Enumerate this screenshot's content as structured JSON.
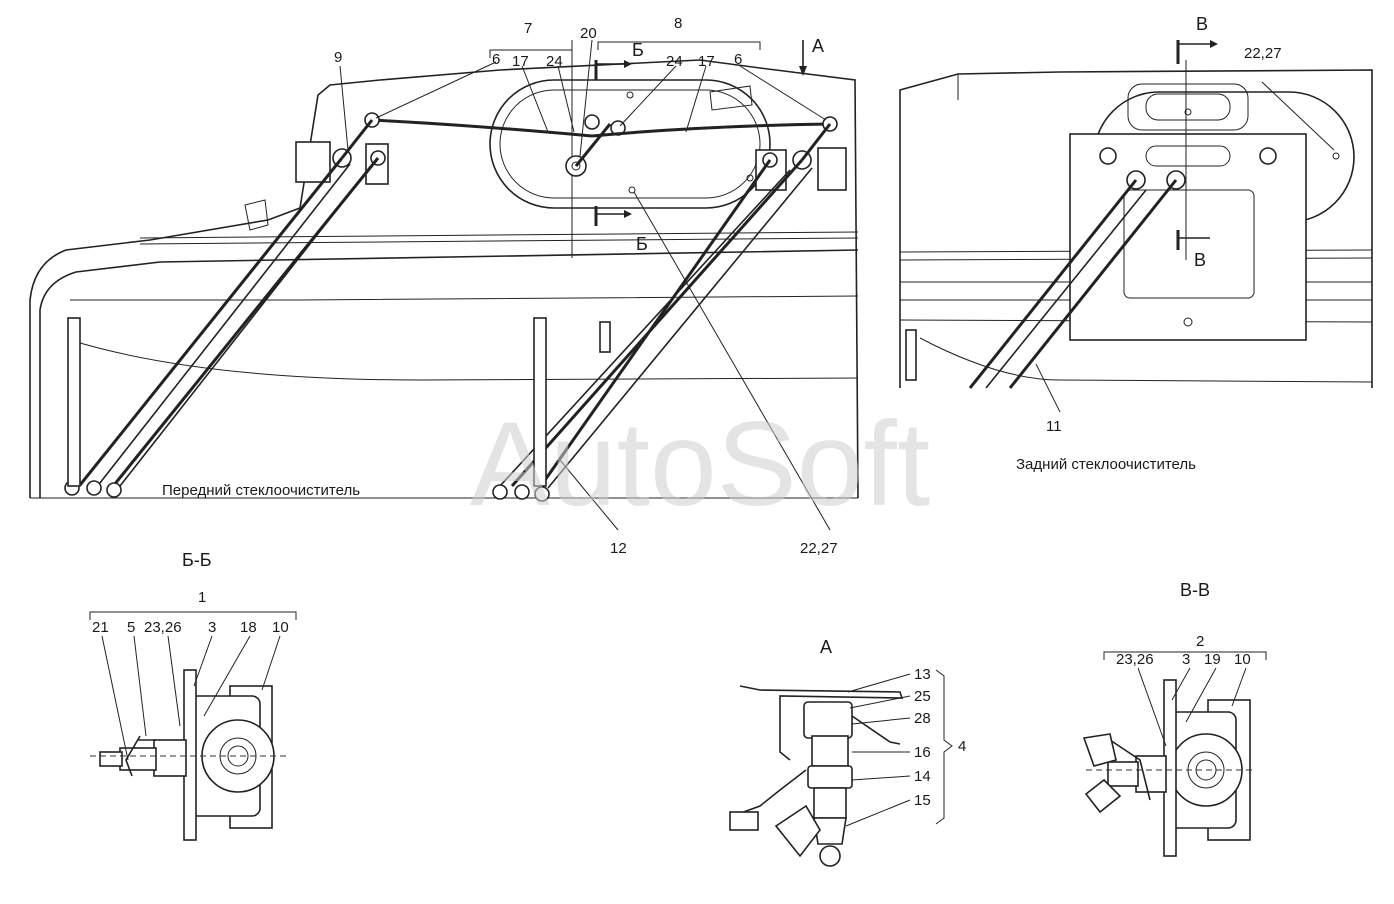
{
  "captions": {
    "front": "Передний стеклоочиститель",
    "rear": "Задний стеклоочиститель"
  },
  "sections": {
    "bb": "Б-Б",
    "vv": "В-В",
    "a": "А"
  },
  "markers": {
    "b_top": "Б",
    "b_bottom": "Б",
    "a_top": "А",
    "v_top": "В",
    "v_bottom": "В"
  },
  "labels": {
    "n9": "9",
    "n7": "7",
    "n20": "20",
    "n8": "8",
    "n6a": "6",
    "n17a": "17",
    "n24": "24",
    "n24b": "24",
    "n17b": "17",
    "n6b": "6",
    "n12": "12",
    "n2227a": "22,27",
    "n2227b": "22,27",
    "n11": "11",
    "bb1": "1",
    "bb21": "21",
    "bb5": "5",
    "bb2326": "23,26",
    "bb3": "3",
    "bb18": "18",
    "bb10": "10",
    "a13": "13",
    "a25": "25",
    "a28": "28",
    "a16": "16",
    "a14": "14",
    "a15": "15",
    "a4": "4",
    "vv2": "2",
    "vv2326": "23,26",
    "vv3": "3",
    "vv19": "19",
    "vv10": "10"
  },
  "watermark": "AutoSoft"
}
